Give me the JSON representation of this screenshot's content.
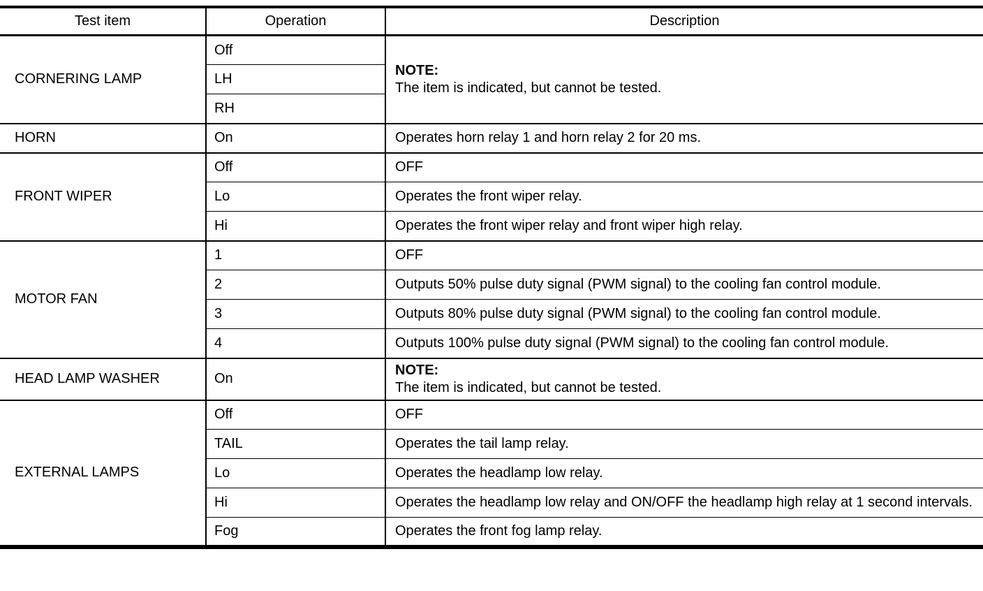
{
  "page": {
    "background_color": "#ffffff",
    "text_color": "#000000",
    "border_color": "#000000"
  },
  "table": {
    "headers": [
      {
        "label": "Test item"
      },
      {
        "label": "Operation"
      },
      {
        "label": "Description"
      }
    ],
    "groups": [
      {
        "test_item": "CORNERING LAMP",
        "rows": [
          {
            "operation": "Off"
          },
          {
            "operation": "LH"
          },
          {
            "operation": "RH"
          }
        ],
        "description_note": {
          "label": "NOTE:",
          "text": "The item is indicated, but cannot be tested."
        }
      },
      {
        "test_item": "HORN",
        "rows": [
          {
            "operation": "On",
            "description": "Operates horn relay 1 and horn relay 2 for 20 ms."
          }
        ]
      },
      {
        "test_item": "FRONT WIPER",
        "rows": [
          {
            "operation": "Off",
            "description": "OFF"
          },
          {
            "operation": "Lo",
            "description": "Operates the front wiper relay."
          },
          {
            "operation": "Hi",
            "description": "Operates the front wiper relay and front wiper high relay."
          }
        ]
      },
      {
        "test_item": "MOTOR FAN",
        "rows": [
          {
            "operation": "1",
            "description": "OFF"
          },
          {
            "operation": "2",
            "description": "Outputs 50% pulse duty signal (PWM signal) to the cooling fan control module."
          },
          {
            "operation": "3",
            "description": "Outputs 80% pulse duty signal (PWM signal) to the cooling fan control module."
          },
          {
            "operation": "4",
            "description": "Outputs 100% pulse duty signal (PWM signal) to the cooling fan control module."
          }
        ]
      },
      {
        "test_item": "HEAD LAMP WASHER",
        "rows": [
          {
            "operation": "On"
          }
        ],
        "description_note": {
          "label": "NOTE:",
          "text": "The item is indicated, but cannot be tested."
        }
      },
      {
        "test_item": "EXTERNAL LAMPS",
        "rows": [
          {
            "operation": "Off",
            "description": "OFF"
          },
          {
            "operation": "TAIL",
            "description": "Operates the tail lamp relay."
          },
          {
            "operation": "Lo",
            "description": "Operates the headlamp low relay."
          },
          {
            "operation": "Hi",
            "description": "Operates the headlamp low relay and ON/OFF the headlamp high relay at 1 sec­ond intervals."
          },
          {
            "operation": "Fog",
            "description": "Operates the front fog lamp relay."
          }
        ]
      }
    ]
  }
}
